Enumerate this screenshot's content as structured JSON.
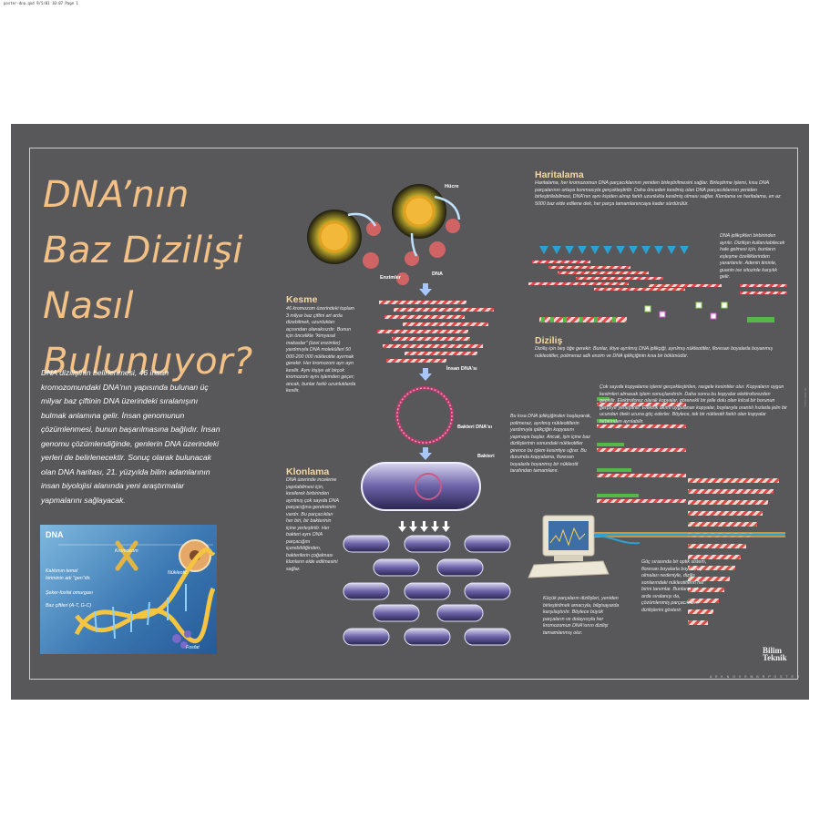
{
  "print_header": "poster-dna.qxd  9/5/01 10:07  Page 1",
  "side_note": "BT 2001 Poster",
  "title_lines": [
    "DNA’nın",
    "Baz Dizilişi",
    "Nasıl",
    "Bulunuyor?"
  ],
  "intro": "DNA dizilişinin belirlenmesi, 46 insan kromozomundaki DNA'nın yapısında bulunan üç milyar baz çiftinin DNA üzerindeki sıralanışını bulmak anlamına gelir. İnsan genomunun çözümlenmesi, bunun başarılmasına bağlıdır. İnsan genomu çözümlendiğinde, genlerin DNA üzerindeki yerleri de belirlenecektir. Sonuç olarak bulunacak olan DNA haritası, 21. yüzyılda bilim adamlarının insan biyolojisi alanında yeni araştırmalar yapmalarını sağlayacak.",
  "dna_box": {
    "title": "DNA",
    "notes": [
      "Kromozom",
      "Kalıtımın temel biriminin adı \"gen\"dir.",
      "Nükleotit",
      "Şeker-fosfat omurgası",
      "Baz çiftleri (A-T, G-C)",
      "Fosfat"
    ]
  },
  "diagram_labels": {
    "hucre": "Hücre",
    "enzimler": "Enzimler",
    "dna": "DNA",
    "insan_dna": "İnsan DNA'sı",
    "bakteri_dna": "Bakteri DNA'sı",
    "bakteri": "Bakteri"
  },
  "kesme": {
    "title": "Kesme",
    "text": "46 kromozom üzerindeki toplam 3 milyar baz çiftini art arda dizebilmek, uzunlukları açısından olanaksızdır. Bunun için öncelikle \"kimyasal makaslar\" (özel enzimler) yardımıyla DNA molekülleri 50 000-200 000 nükleotite ayırmak gerekir. Her kromozom ayrı ayrı kesilir. Aynı kişiye ait birçok kromozom aynı işlemden geçer; ancak, bunlar farklı uzunluklarda kesilir."
  },
  "klonlama": {
    "title": "Klonlama",
    "text": "DNA üzerinde inceleme yapılabilmesi için, kesilerek birbirinden ayrılmış çok sayıda DNA parçacığına gereksinim vardır. Bu parçacıkları her biri, bir bakterinin içine yerleştirilir. Her bakteri aynı DNA parçacığını içerebildiğinden, bakterilerin çoğalması klonların elde edilmesini sağlar."
  },
  "haritalama": {
    "title": "Haritalama",
    "text": "Haritalama, her kromozomun DNA parçacıklarının yeniden birleştirilmesini sağlar. Birleştirme işlemi, kısa DNA parçalarının ortaya konmasıyla gerçekleştirilir. Daha önceden kesilmiş olan DNA parçacıklarının yeniden birleştirilebilmesi, DNA'nın aynı kişiden alınıp farklı uzunlukta kesilmiş olması sağlar. Klonlama ve haritalama, en az 5000 baz elde edilene dek, her parça tamamlanıncaya kadar sürdürülür.",
    "side_text": "DNA iplikçikleri birbirinden ayrılır. Dizilişin kullanılabilecek hale gelmesi için, bunların eşleşme özelliklerinden yararlanılır. Adenin timinle, guanin ise sitozinle karşılık gelir."
  },
  "dizilis": {
    "title": "Diziliş",
    "text": "Diziliş için beş öğe gerekir. Bunlar, ikiye ayrılmış DNA iplikçiği, ayrılmış nükleotitler, floresan boyalarla boyanmış nükleotitler, polimeraz adlı enzim ve DNA iplikçiğinin kısa bir bölümüdür.",
    "copy_text": "Çok sayıda kopyalama işlemi gerçekleştirilen, rasgele kesintiler olur. Kopyaların oygun kesimleri almasak işlem sonuçlandırılır. Daha sonra bu kopyalar elektroforezden geçirilir. Elektroforez olarak kopyalar, görenekli bir jelle dolu olan kılcal bir borunun gerçeye yerleştirilir. Elektrik akımı uygulanan kopyalar, boylarıyla orantılı hızlarla jelin bir ucundan öteki ucuna göç ederler. Böylece, tek bir nükleotit farklı olan kopyalar birbirinden ayrılabilir.",
    "strand_text": "Bu kısa DNA iplikçiğinden başlayarak, polimeraz, ayrılmış nükleotitlerin yardımıyla iplikçiğin kopyasını yapmaya başlar. Ancak, işin içine baz dizilişlerinin sonundaki nükleotitler girence bu işlem kesintiye uğrar. Bu durumda kopyalama, floresan boyalarla boyanmış bir nükleotit tarafından tamamlanır.",
    "bottom_left_text": "Küçük parçaların dizilişleri, yeniden birleştirilmek amacıyla, bilgisayarda karşılaştırılır. Böylece büyük parçaların ve dolayısıyla her kromozomun DNA'sının dizilişi tamamlanmış olur.",
    "bottom_right_text": "Göç sırasında bir optik sistem, floresan boyalarla boyanmış olmaları nedeniyle, diziliş sonlarındaki nükleotitlerin her birini tanımlar. Bunların art arda sıralanışı da, çözümlenmiş parçacıkların dizilişlerini gösterir."
  },
  "logo": {
    "line1": "Bilim",
    "line2": "Teknik"
  },
  "footer": "A E K   N O V E M B R   P O S T E R",
  "colors": {
    "background": "#58585a",
    "title": "#f3c186",
    "section_title": "#f5d7a1",
    "strand_red": "#d23a3a",
    "nucleotide_green": "#57b84a",
    "triangle_blue": "#2aa3d4"
  }
}
